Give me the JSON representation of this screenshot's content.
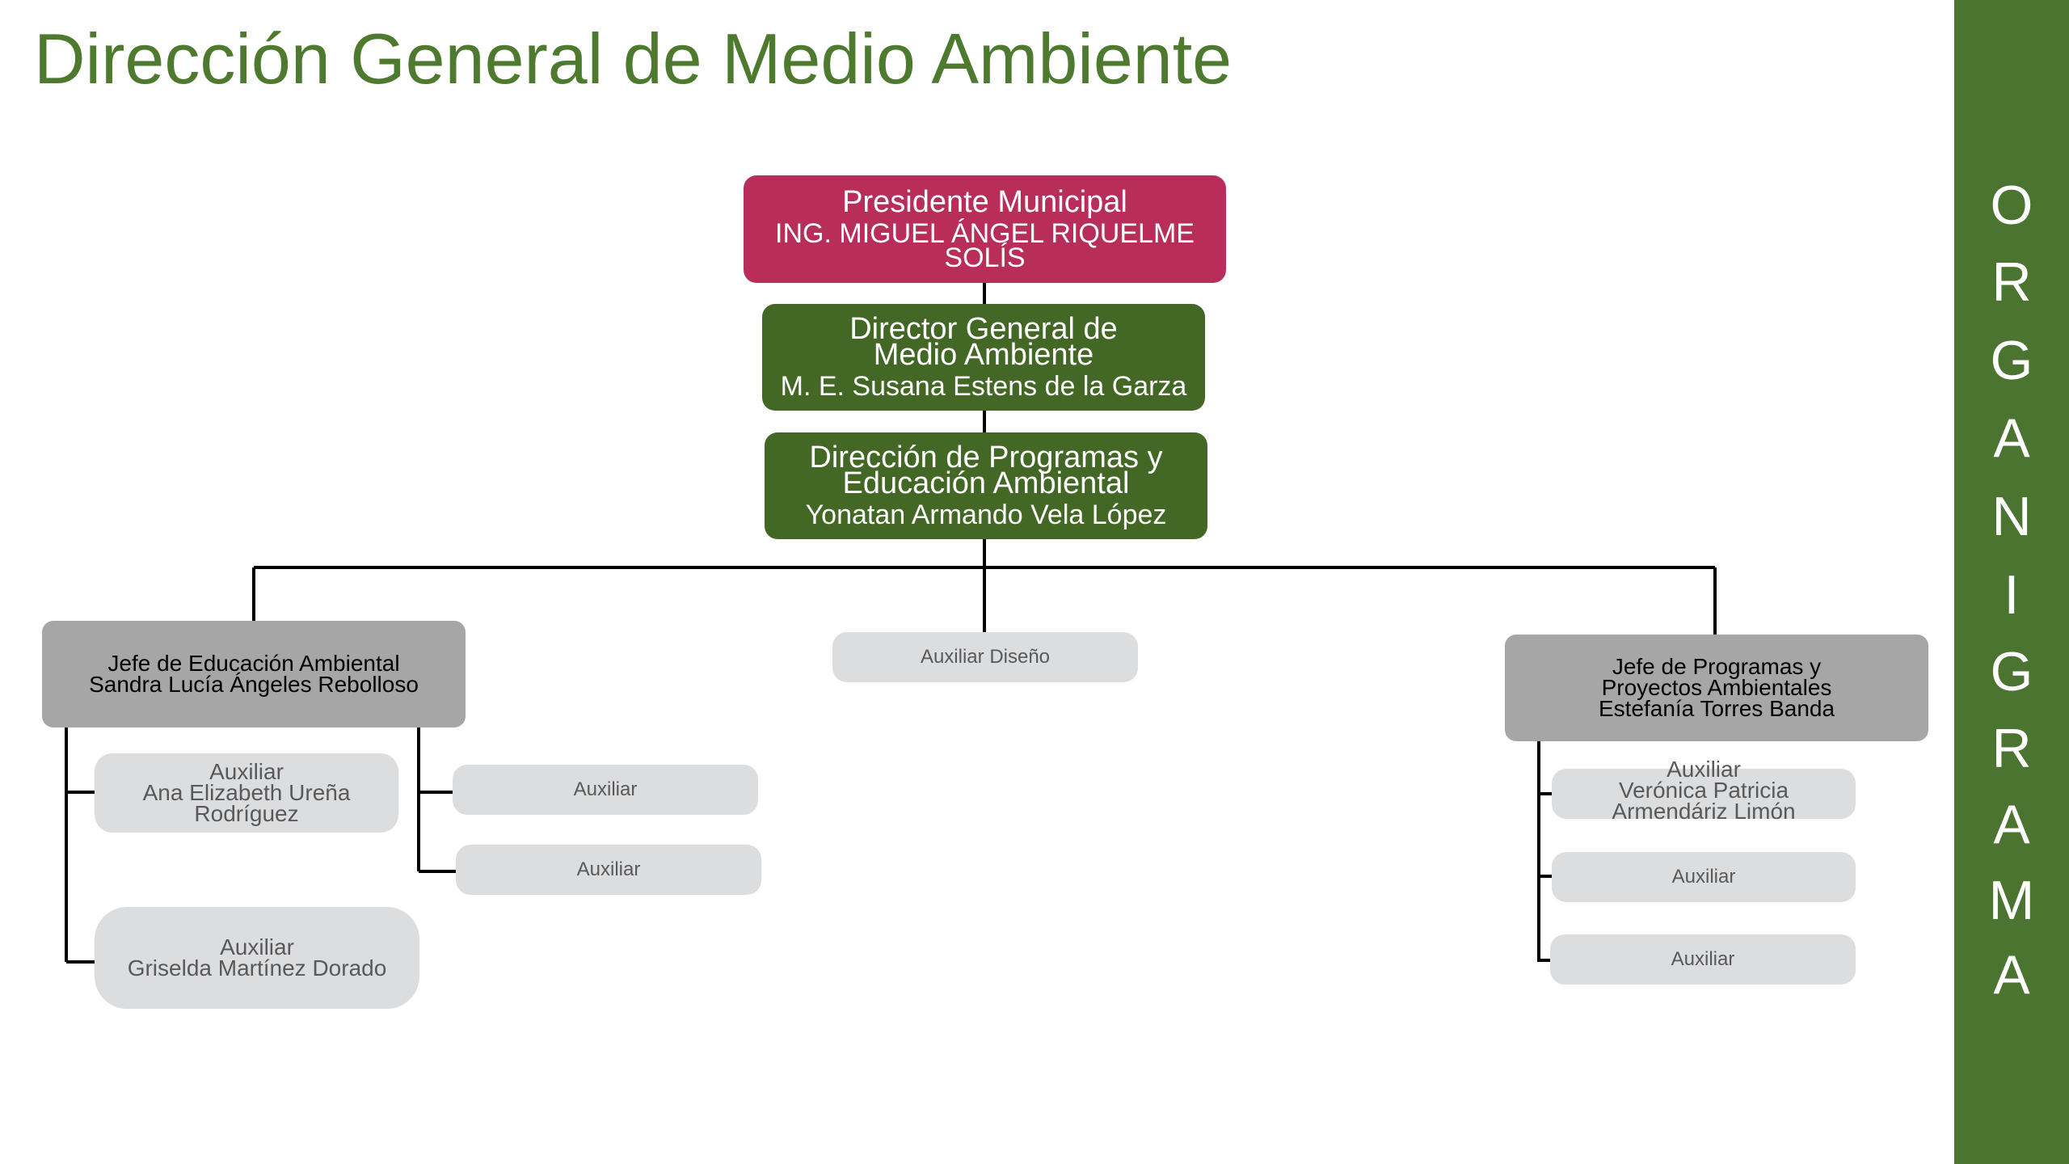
{
  "page": {
    "title": "Dirección General de Medio Ambiente",
    "sidebar_letters": [
      "O",
      "R",
      "G",
      "A",
      "N",
      "I",
      "G",
      "R",
      "A",
      "M",
      "A"
    ]
  },
  "colors": {
    "title": "#4e7a30",
    "sidebar": "#4b7430",
    "president_box": "#b82d5a",
    "director_box": "#436826",
    "chief_box": "#a6a6a6",
    "assistant_box": "#dcdddf"
  },
  "org": {
    "president": {
      "role": "Presidente Municipal",
      "name": "ING. MIGUEL ÁNGEL RIQUELME SOLÍS"
    },
    "director": {
      "role": "Director General de Medio Ambiente",
      "name": "M. E. Susana Estens de la Garza"
    },
    "programs": {
      "role": "Dirección de Programas y Educación Ambiental",
      "name": "Yonatan Armando Vela López"
    },
    "education_chief": {
      "role": "Jefe de Educación Ambiental",
      "name": "Sandra Lucía Ángeles Rebolloso"
    },
    "design_assistant": {
      "role": "Auxiliar Diseño"
    },
    "projects_chief": {
      "role": "Jefe de Programas y Proyectos Ambientales",
      "name": "Estefanía Torres Banda"
    },
    "left_assistants": [
      {
        "role": "Auxiliar",
        "name": "Ana Elizabeth Ureña Rodríguez"
      },
      {
        "role": "Auxiliar",
        "name": "Griselda Martínez Dorado"
      }
    ],
    "middle_assistants": [
      {
        "role": "Auxiliar"
      },
      {
        "role": "Auxiliar"
      }
    ],
    "right_assistants": [
      {
        "role": "Auxiliar",
        "name": "Verónica Patricia Armendáriz Limón"
      },
      {
        "role": "Auxiliar"
      },
      {
        "role": "Auxiliar"
      }
    ]
  }
}
